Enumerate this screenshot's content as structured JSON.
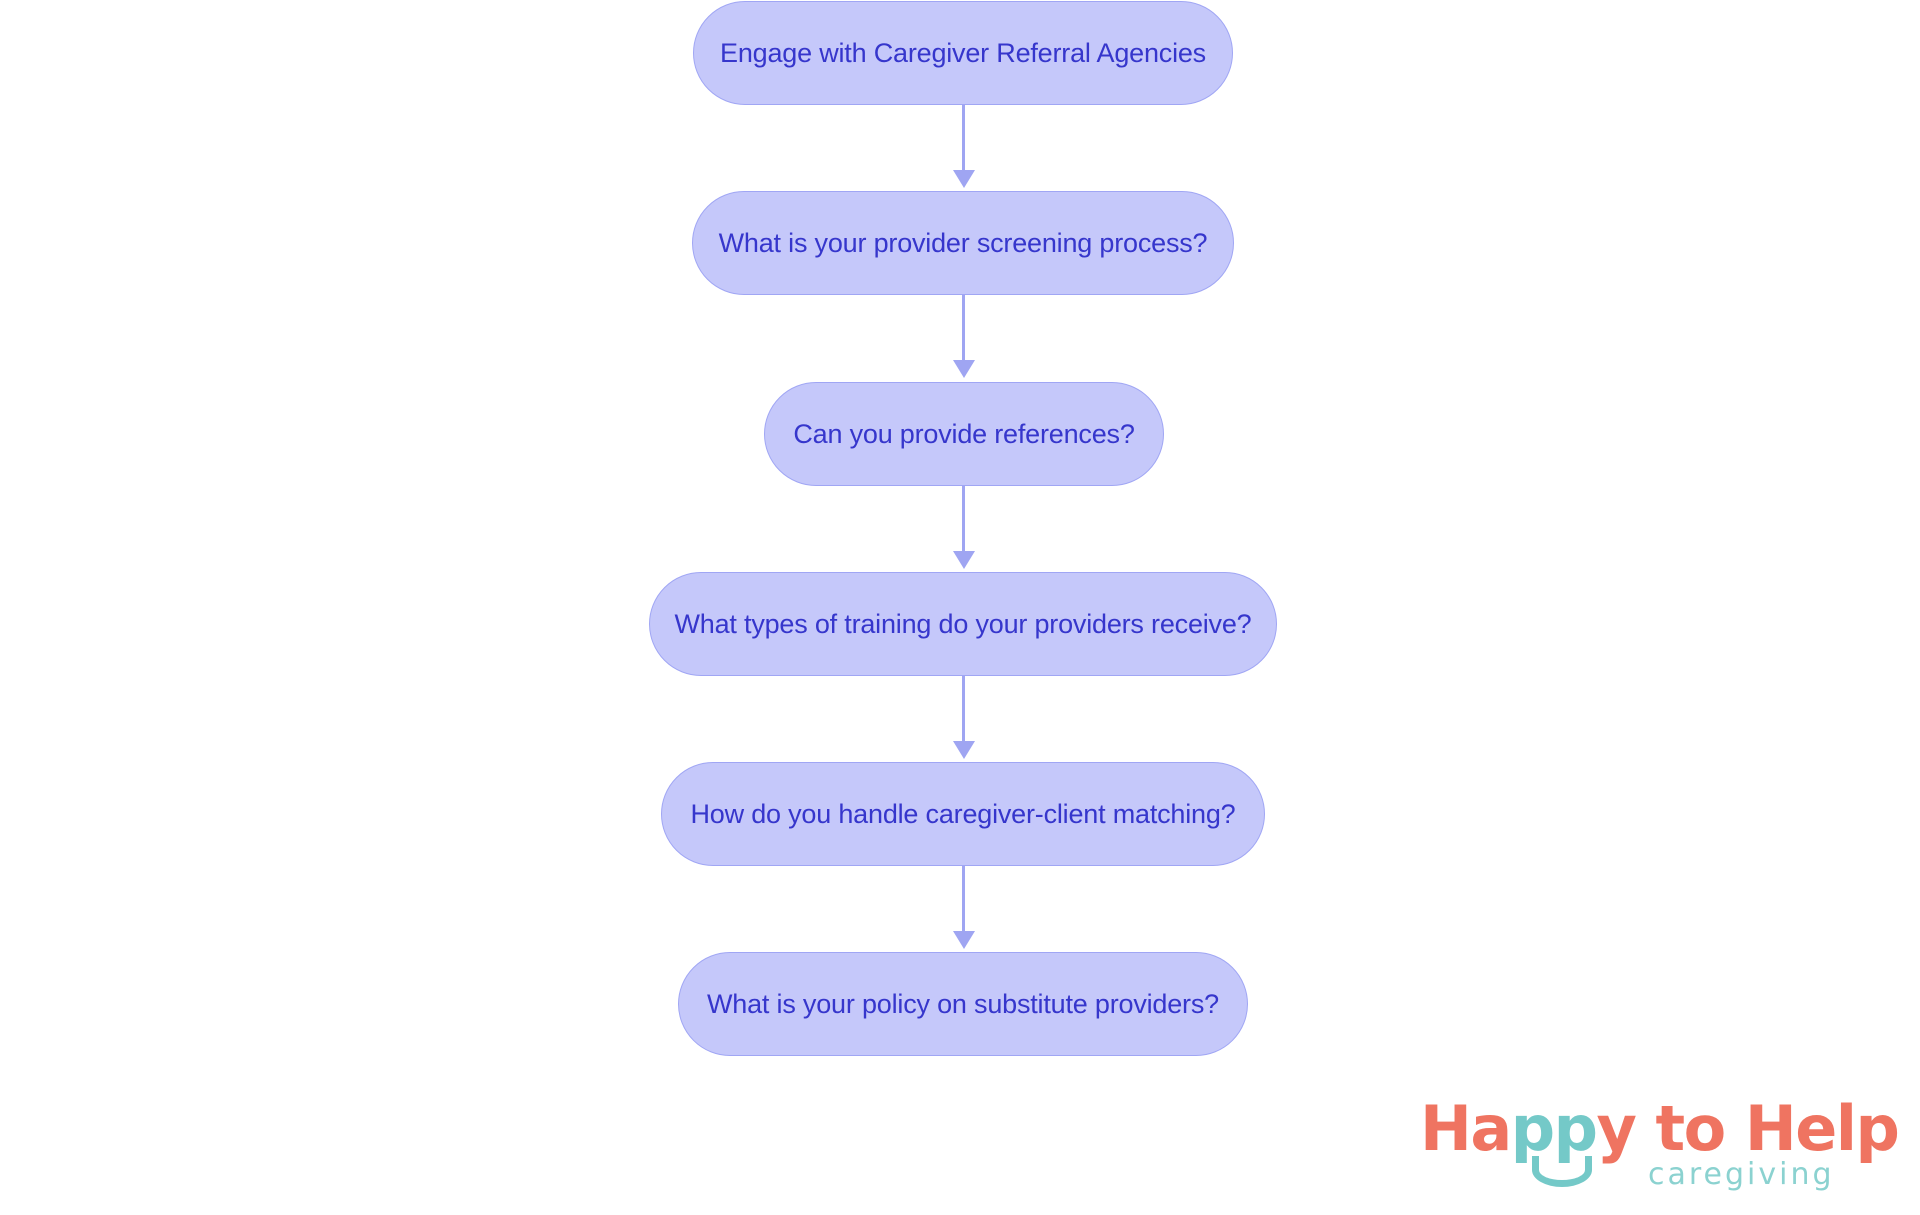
{
  "chart_data": {
    "type": "diagram",
    "diagram_type": "flowchart",
    "orientation": "top-to-bottom",
    "title": "",
    "nodes": [
      {
        "id": "n0",
        "label": "Engage with Caregiver Referral Agencies",
        "shape": "pill"
      },
      {
        "id": "n1",
        "label": "What is your provider screening process?",
        "shape": "pill"
      },
      {
        "id": "n2",
        "label": "Can you provide references?",
        "shape": "pill"
      },
      {
        "id": "n3",
        "label": "What types of training do your providers receive?",
        "shape": "pill"
      },
      {
        "id": "n4",
        "label": "How do you handle caregiver-client matching?",
        "shape": "pill"
      },
      {
        "id": "n5",
        "label": "What is your policy on substitute providers?",
        "shape": "pill"
      }
    ],
    "edges": [
      {
        "from": "n0",
        "to": "n1",
        "label": "",
        "arrow": "down"
      },
      {
        "from": "n1",
        "to": "n2",
        "label": "",
        "arrow": "down"
      },
      {
        "from": "n2",
        "to": "n3",
        "label": "",
        "arrow": "down"
      },
      {
        "from": "n3",
        "to": "n4",
        "label": "",
        "arrow": "down"
      },
      {
        "from": "n4",
        "to": "n5",
        "label": "",
        "arrow": "down"
      }
    ],
    "colors": {
      "background": "#ffffff",
      "node_fill": "#c5c8fa",
      "node_border": "#a0a6f4",
      "node_text": "#3636cc",
      "edge": "#9fa5f2"
    }
  },
  "logo": {
    "word_happy_to": "Happy to",
    "word_ha": "Ha",
    "word_pp": "pp",
    "word_y_to": "y to ",
    "word_help": "Help",
    "tagline": "caregiving",
    "coral": "#ef7461",
    "teal": "#74c9c8",
    "tagline_color": "#8bd2d0"
  }
}
